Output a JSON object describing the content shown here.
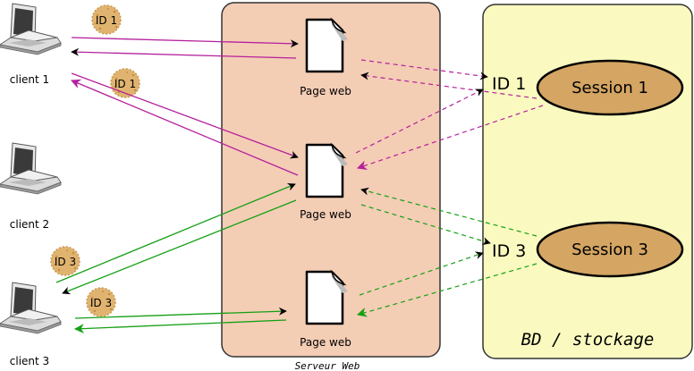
{
  "server": {
    "label": "Serveur Web"
  },
  "storage": {
    "label": "BD / stockage"
  },
  "clients": [
    {
      "label": "client 1"
    },
    {
      "label": "client 2"
    },
    {
      "label": "client 3"
    }
  ],
  "pages": [
    {
      "label": "Page web"
    },
    {
      "label": "Page web"
    },
    {
      "label": "Page web"
    }
  ],
  "cookies": [
    {
      "label": "ID 1"
    },
    {
      "label": "ID 1"
    },
    {
      "label": "ID 3"
    },
    {
      "label": "ID 3"
    }
  ],
  "ids": [
    {
      "label": "ID 1"
    },
    {
      "label": "ID 3"
    }
  ],
  "sessions": [
    {
      "label": "Session 1"
    },
    {
      "label": "Session 3"
    }
  ],
  "colors": {
    "server_fill": "#f4cdb5",
    "storage_fill": "#fafac0",
    "session_fill": "#d4a563",
    "cookie_fill": "#e0b470",
    "magenta": "#b4209c",
    "green": "#14a014",
    "black": "#000000"
  },
  "icons": {
    "client": "laptop-icon",
    "page": "document-icon",
    "cookie": "cookie-icon"
  }
}
